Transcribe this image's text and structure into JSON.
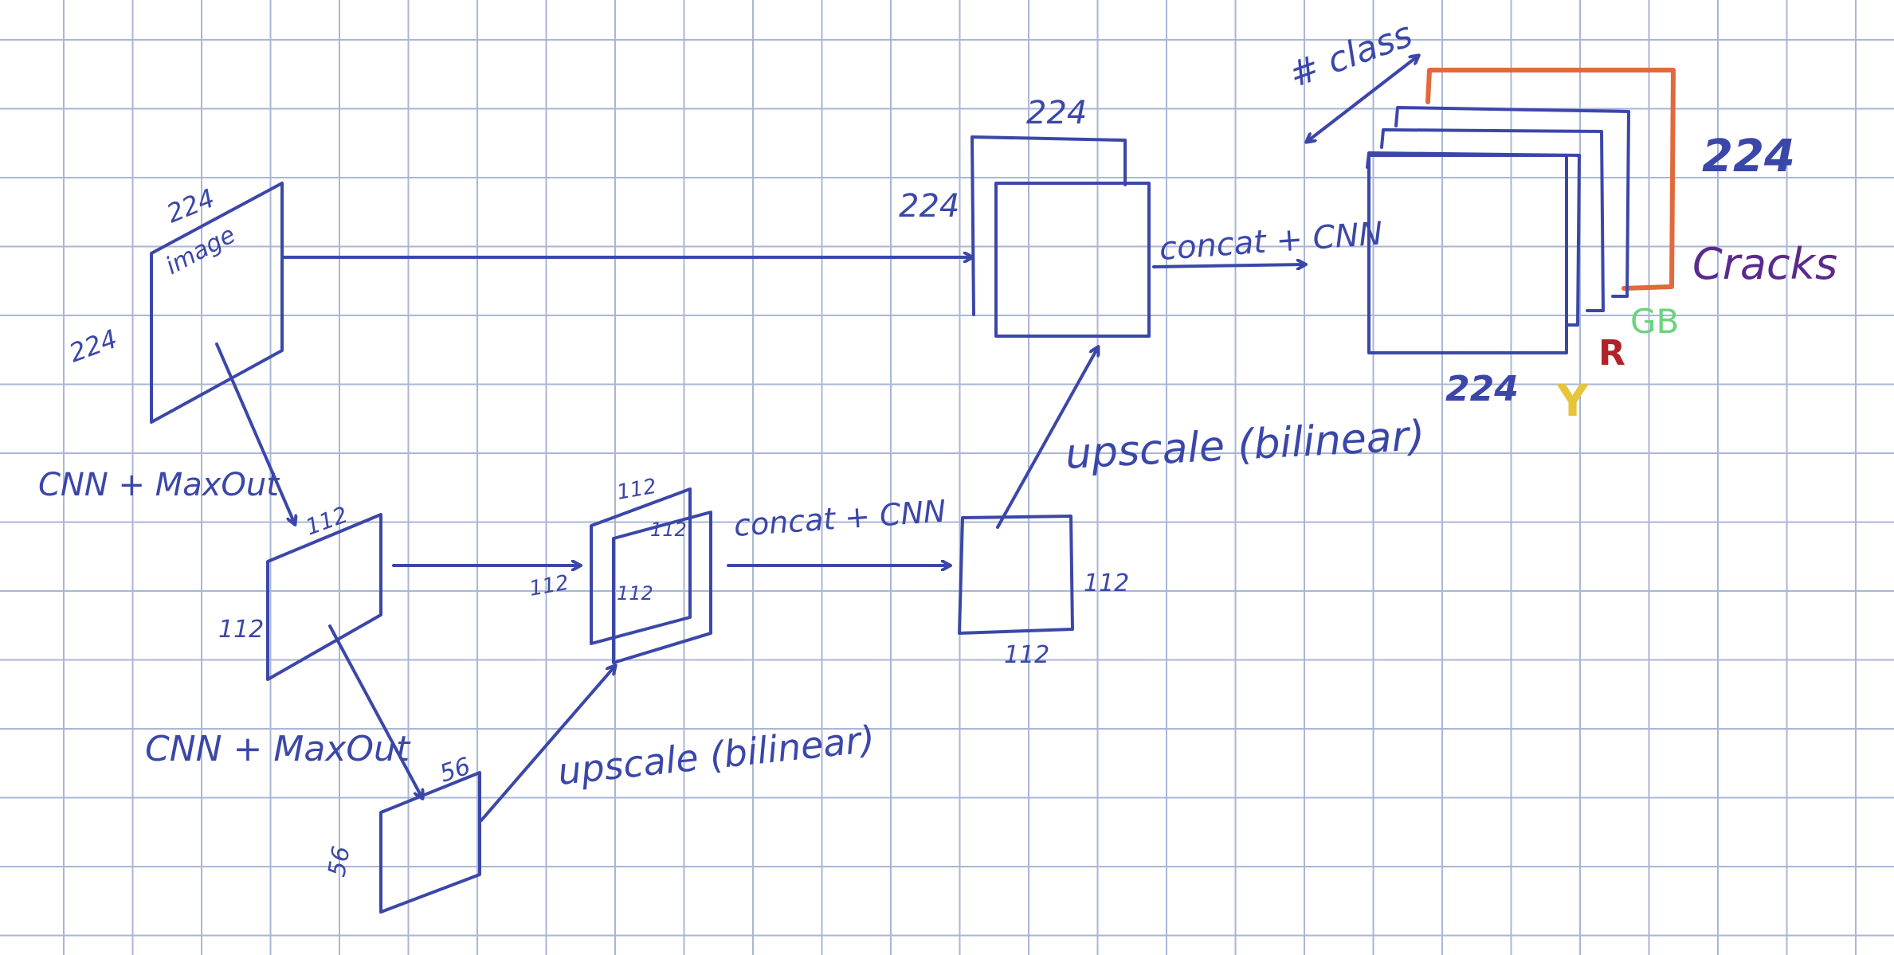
{
  "colors": {
    "grid": "#a9b6d6",
    "ink": "#3b47a8",
    "orange": "#e06a3c",
    "purple": "#5a2a8c",
    "green": "#6ad47e",
    "red": "#b1232a",
    "yellow": "#e7c53a"
  },
  "labels": {
    "input": {
      "name": "image",
      "top": "224",
      "left": "224"
    },
    "stage1": {
      "title": "CNN + MaxOut",
      "top": "112",
      "left": "112"
    },
    "stage2": {
      "title": "CNN + MaxOut",
      "top": "56",
      "left": "56"
    },
    "upscale1": {
      "text": "upscale (bilinear)"
    },
    "concat_mid": {
      "top": "112",
      "left": "112",
      "inner_top": "112",
      "inner_left": "112"
    },
    "concat1": {
      "text": "concat + CNN"
    },
    "stage3": {
      "right": "112",
      "bottom": "112"
    },
    "upscale2": {
      "text": "upscale (bilinear)"
    },
    "concat_top": {
      "top": "224",
      "left": "224"
    },
    "concat2": {
      "text": "concat + CNN"
    },
    "output": {
      "classes": "# class",
      "height": "224",
      "width": "224",
      "class_names": [
        "Cracks",
        "GB",
        "R",
        "Y"
      ]
    }
  }
}
